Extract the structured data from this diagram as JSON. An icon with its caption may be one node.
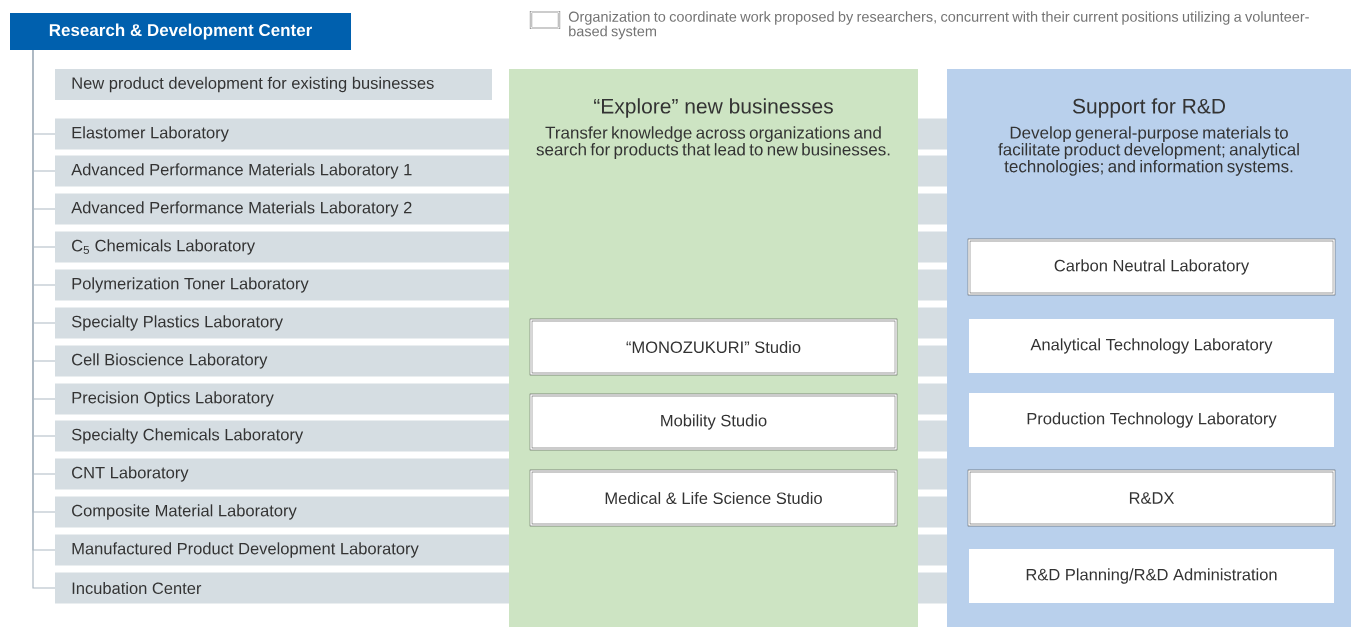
{
  "diagram": {
    "nodes": [
      {
        "text": [
          "Research & Development Center"
        ]
      },
      {
        "text": [
          "New product development for existing businesses"
        ]
      },
      {
        "text": [
          "Elastomer Laboratory"
        ]
      },
      {
        "text": [
          "Advanced Performance Materials Laboratory 1"
        ]
      },
      {
        "text": [
          "Advanced Performance Materials Laboratory 2"
        ]
      },
      {
        "text": [
          "C$_{5}$ Chemicals Laboratory"
        ]
      },
      {
        "text": [
          "Polymerization Toner Laboratory"
        ]
      },
      {
        "text": [
          "Specialty Plastics Laboratory"
        ]
      },
      {
        "text": [
          "Cell Bioscience Laboratory"
        ]
      },
      {
        "text": [
          "Precision Optics Laboratory"
        ]
      },
      {
        "text": [
          "Specialty Chemicals Laboratory"
        ]
      },
      {
        "text": [
          "CNT Laboratory"
        ]
      },
      {
        "text": [
          "Composite Material Laboratory"
        ]
      },
      {
        "text": [
          "Manufactured Product Development Laboratory"
        ]
      },
      {
        "text": [
          "Incubation Center"
        ]
      },
      {
        "text": [
          "“Explore” new businesses",
          "Transfer knowledge across organizations and search for products that lead to new businesses."
        ]
      },
      {
        "text": [
          "“MONOZUKURI” Studio"
        ],
        "in": 15
      },
      {
        "text": [
          "Mobility Studio"
        ],
        "in": 15
      },
      {
        "text": [
          "Medical & Life Science Studio"
        ],
        "in": 15
      },
      {
        "text": [
          "Support for R&D",
          "Develop general-purpose materials to facilitate product development; analytical technologies; and information systems."
        ]
      },
      {
        "text": [
          "Carbon Neutral Laboratory"
        ],
        "in": 19
      },
      {
        "text": [
          "Analytical Technology Laboratory"
        ],
        "in": 19
      },
      {
        "text": [
          "Production Technology Laboratory"
        ],
        "in": 19
      },
      {
        "text": [
          "R&DX"
        ],
        "in": 19
      },
      {
        "text": [
          "R&D Planning/R&D Administration"
        ],
        "in": 19
      }
    ],
    "edges": [
      {
        "from": 0,
        "to": 2,
        "arrow": "none"
      },
      {
        "from": 0,
        "to": 3,
        "arrow": "none"
      },
      {
        "from": 0,
        "to": 4,
        "arrow": "none"
      },
      {
        "from": 0,
        "to": 5,
        "arrow": "none"
      },
      {
        "from": 0,
        "to": 6,
        "arrow": "none"
      },
      {
        "from": 0,
        "to": 7,
        "arrow": "none"
      },
      {
        "from": 0,
        "to": 8,
        "arrow": "none"
      },
      {
        "from": 0,
        "to": 9,
        "arrow": "none"
      },
      {
        "from": 0,
        "to": 10,
        "arrow": "none"
      },
      {
        "from": 0,
        "to": 11,
        "arrow": "none"
      },
      {
        "from": 0,
        "to": 12,
        "arrow": "none"
      },
      {
        "from": 0,
        "to": 13,
        "arrow": "none"
      },
      {
        "from": 0,
        "to": 14,
        "arrow": "none"
      }
    ],
    "legend": [
      {
        "text": "Organization to coordinate work proposed by researchers, concurrent with their current positions utilizing a volunteer-based system"
      }
    ]
  }
}
